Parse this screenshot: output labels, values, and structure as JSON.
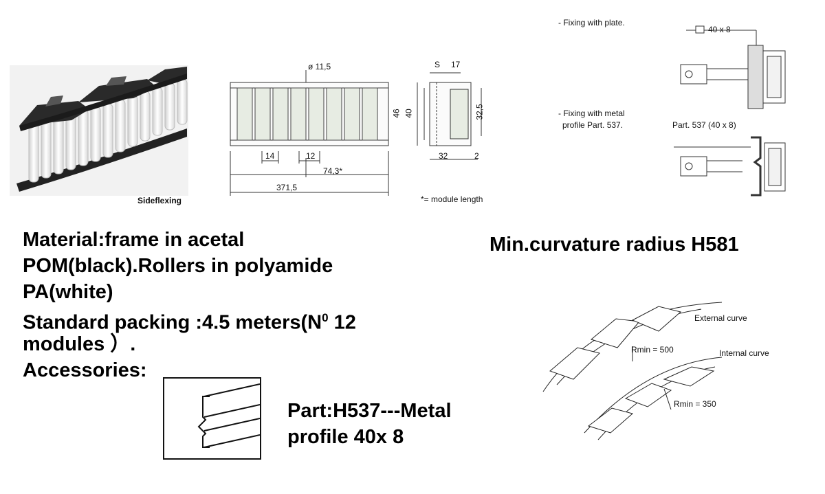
{
  "photo": {
    "caption": "Sideflexing"
  },
  "dimensions_drawing": {
    "dia_label": "ø 11,5",
    "s_label": "S",
    "w17": "17",
    "h46": "46",
    "h40": "40",
    "h32_5": "32,5",
    "w14": "14",
    "w12": "12",
    "w74_3": "74,3*",
    "w371_5": "371,5",
    "w32": "32",
    "w2": "2",
    "module_note": "*= module length"
  },
  "fixing": {
    "plate_text": "- Fixing with plate.",
    "plate_dim": "40 x 8",
    "profile_text_line1": "- Fixing with metal",
    "profile_text_line2": "profile Part. 537.",
    "profile_part": "Part. 537 (40 x 8)"
  },
  "material": {
    "line1": "Material:frame in acetal",
    "line2": "POM(black).Rollers in polyamide",
    "line3": "PA(white)",
    "line4_prefix": "Standard packing :4.5 meters(N",
    "line4_sup": "0",
    "line4_suffix": " 12",
    "line5": "modules ）.",
    "line6": "Accessories:"
  },
  "part_text": {
    "line1": "Part:H537---Metal",
    "line2": "profile 40x 8"
  },
  "curvature": {
    "title": "Min.curvature radius H581",
    "external_label": "External curve",
    "internal_label": "Internal curve",
    "r500": "Rmin = 500",
    "r350": "Rmin = 350"
  }
}
